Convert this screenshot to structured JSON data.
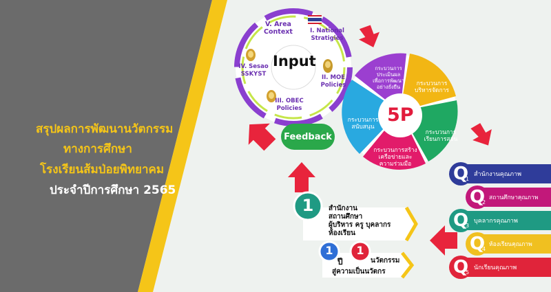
{
  "title": {
    "line1": "สรุปผลการพัฒนานวัตกรรม",
    "line2": "ทางการศึกษา",
    "line3": "โรงเรียนส้มป่อยพิทยาคม",
    "line4": "ประจำปีการศึกษา 2565"
  },
  "input": {
    "center": "Input",
    "seg_area": "V. Area\nContext",
    "seg_national": "I. National\nStratigies",
    "seg_moe": "II. MOE\nPolicies",
    "seg_obec": "III. OBEC\nPolicies",
    "seg_sesao": "IV. Sesao\nSSKYST"
  },
  "feedback": "Feedback",
  "five_p": {
    "center": "5P",
    "p1": "กระบวนการ\nประเมินผล\nเพื่อการพัฒนา\nอย่างยั่งยืน",
    "p2": "กระบวนการ\nบริหารจัดการ",
    "p3": "กระบวนการ\nเรียนการสอน",
    "p4": "กระบวนการสร้าง\nเครือข่ายและ\nความร่วมมือ",
    "p5": "กระบวนการ\nสนับสนุน"
  },
  "quality": {
    "letter": "Q",
    "items": [
      {
        "text": "สำนักงานคุณภาพ",
        "sub": "1",
        "color": "#2f3c9a"
      },
      {
        "text": "สถานศึกษาคุณภาพ",
        "sub": "2",
        "color": "#c2187a"
      },
      {
        "text": "บุคลากรคุณภาพ",
        "sub": "3",
        "color": "#1f9a83"
      },
      {
        "text": "ห้องเรียนคุณภาพ",
        "sub": "4",
        "color": "#f0c020"
      },
      {
        "text": "นักเรียนคุณภาพ",
        "sub": "5",
        "color": "#e0243a"
      }
    ]
  },
  "one_card": {
    "badge": "1",
    "text": "สำนักงาน\nสถานศึกษา\nผู้บริหาร ครู บุคลากร\nห้องเรียน"
  },
  "innovation_card": {
    "badge_a": "1",
    "badge_b": "1",
    "text_a": "ปี",
    "text_b": "นวัตกรรม",
    "text_c": "สู่ความเป็นนวัตกร"
  },
  "colors": {
    "accent_yellow": "#f5c518",
    "panel_gray": "#6b6b6b",
    "arrow_red": "#e8243c",
    "feedback_green": "#2aa84a"
  }
}
